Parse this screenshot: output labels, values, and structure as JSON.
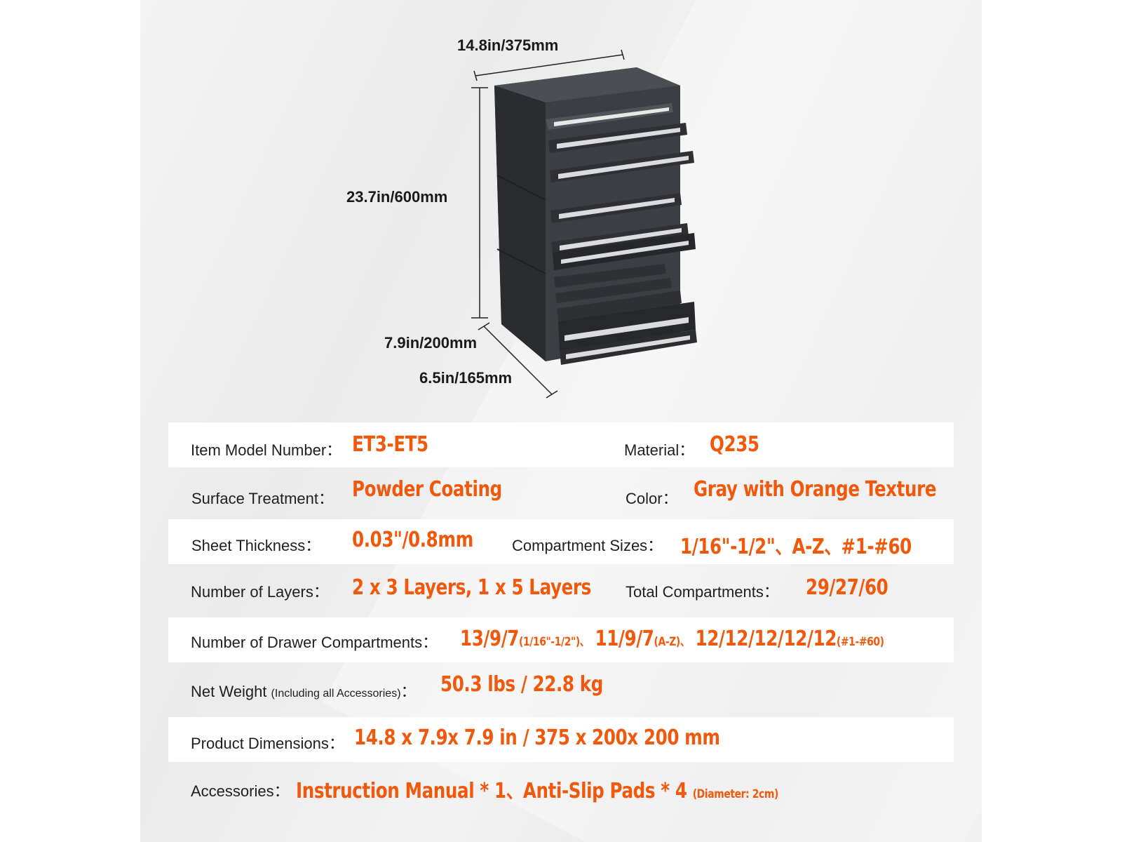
{
  "dimensions": {
    "width": "14.8in/375mm",
    "height": "23.7in/600mm",
    "depth": "7.9in/200mm",
    "drawer_depth": "6.5in/165mm"
  },
  "specs": {
    "model_label": "Item Model Number：",
    "model_value": "ET3-ET5",
    "material_label": "Material：",
    "material_value": "Q235",
    "surface_label": "Surface Treatment：",
    "surface_value": "Powder Coating",
    "color_label": "Color：",
    "color_value": "Gray with Orange Texture",
    "thickness_label": "Sheet Thickness：",
    "thickness_value": "0.03\"/0.8mm",
    "compartment_sizes_label": "Compartment Sizes：",
    "compartment_sizes_value": "1/16\"-1/2\"、A-Z、#1-#60",
    "layers_label": "Number of Layers：",
    "layers_value": "2 x 3 Layers, 1 x 5 Layers",
    "total_compartments_label": "Total Compartments：",
    "total_compartments_value": "29/27/60",
    "drawer_compartments_label": "Number of Drawer Compartments：",
    "drawer_compartments_v1": "13/9/7",
    "drawer_compartments_s1": "(1/16\"-1/2\")、",
    "drawer_compartments_v2": "11/9/7",
    "drawer_compartments_s2": "(A-Z)、",
    "drawer_compartments_v3": "12/12/12/12/12",
    "drawer_compartments_s3": "(#1-#60)",
    "weight_label": "Net Weight",
    "weight_label_note": "(Including all Accessories)",
    "weight_label_colon": "：",
    "weight_value": "50.3 lbs / 22.8 kg",
    "product_dimensions_label": "Product Dimensions：",
    "product_dimensions_value": "14.8 x 7.9x 7.9 in  / 375 x 200x 200 mm",
    "accessories_label": "Accessories：",
    "accessories_value": "Instruction Manual * 1、Anti-Slip Pads * 4",
    "accessories_note": "(Diameter: 2cm)"
  },
  "colors": {
    "accent": "#f0590c",
    "cabinet": "#3a3c40",
    "label_text": "#1f1f1f"
  }
}
